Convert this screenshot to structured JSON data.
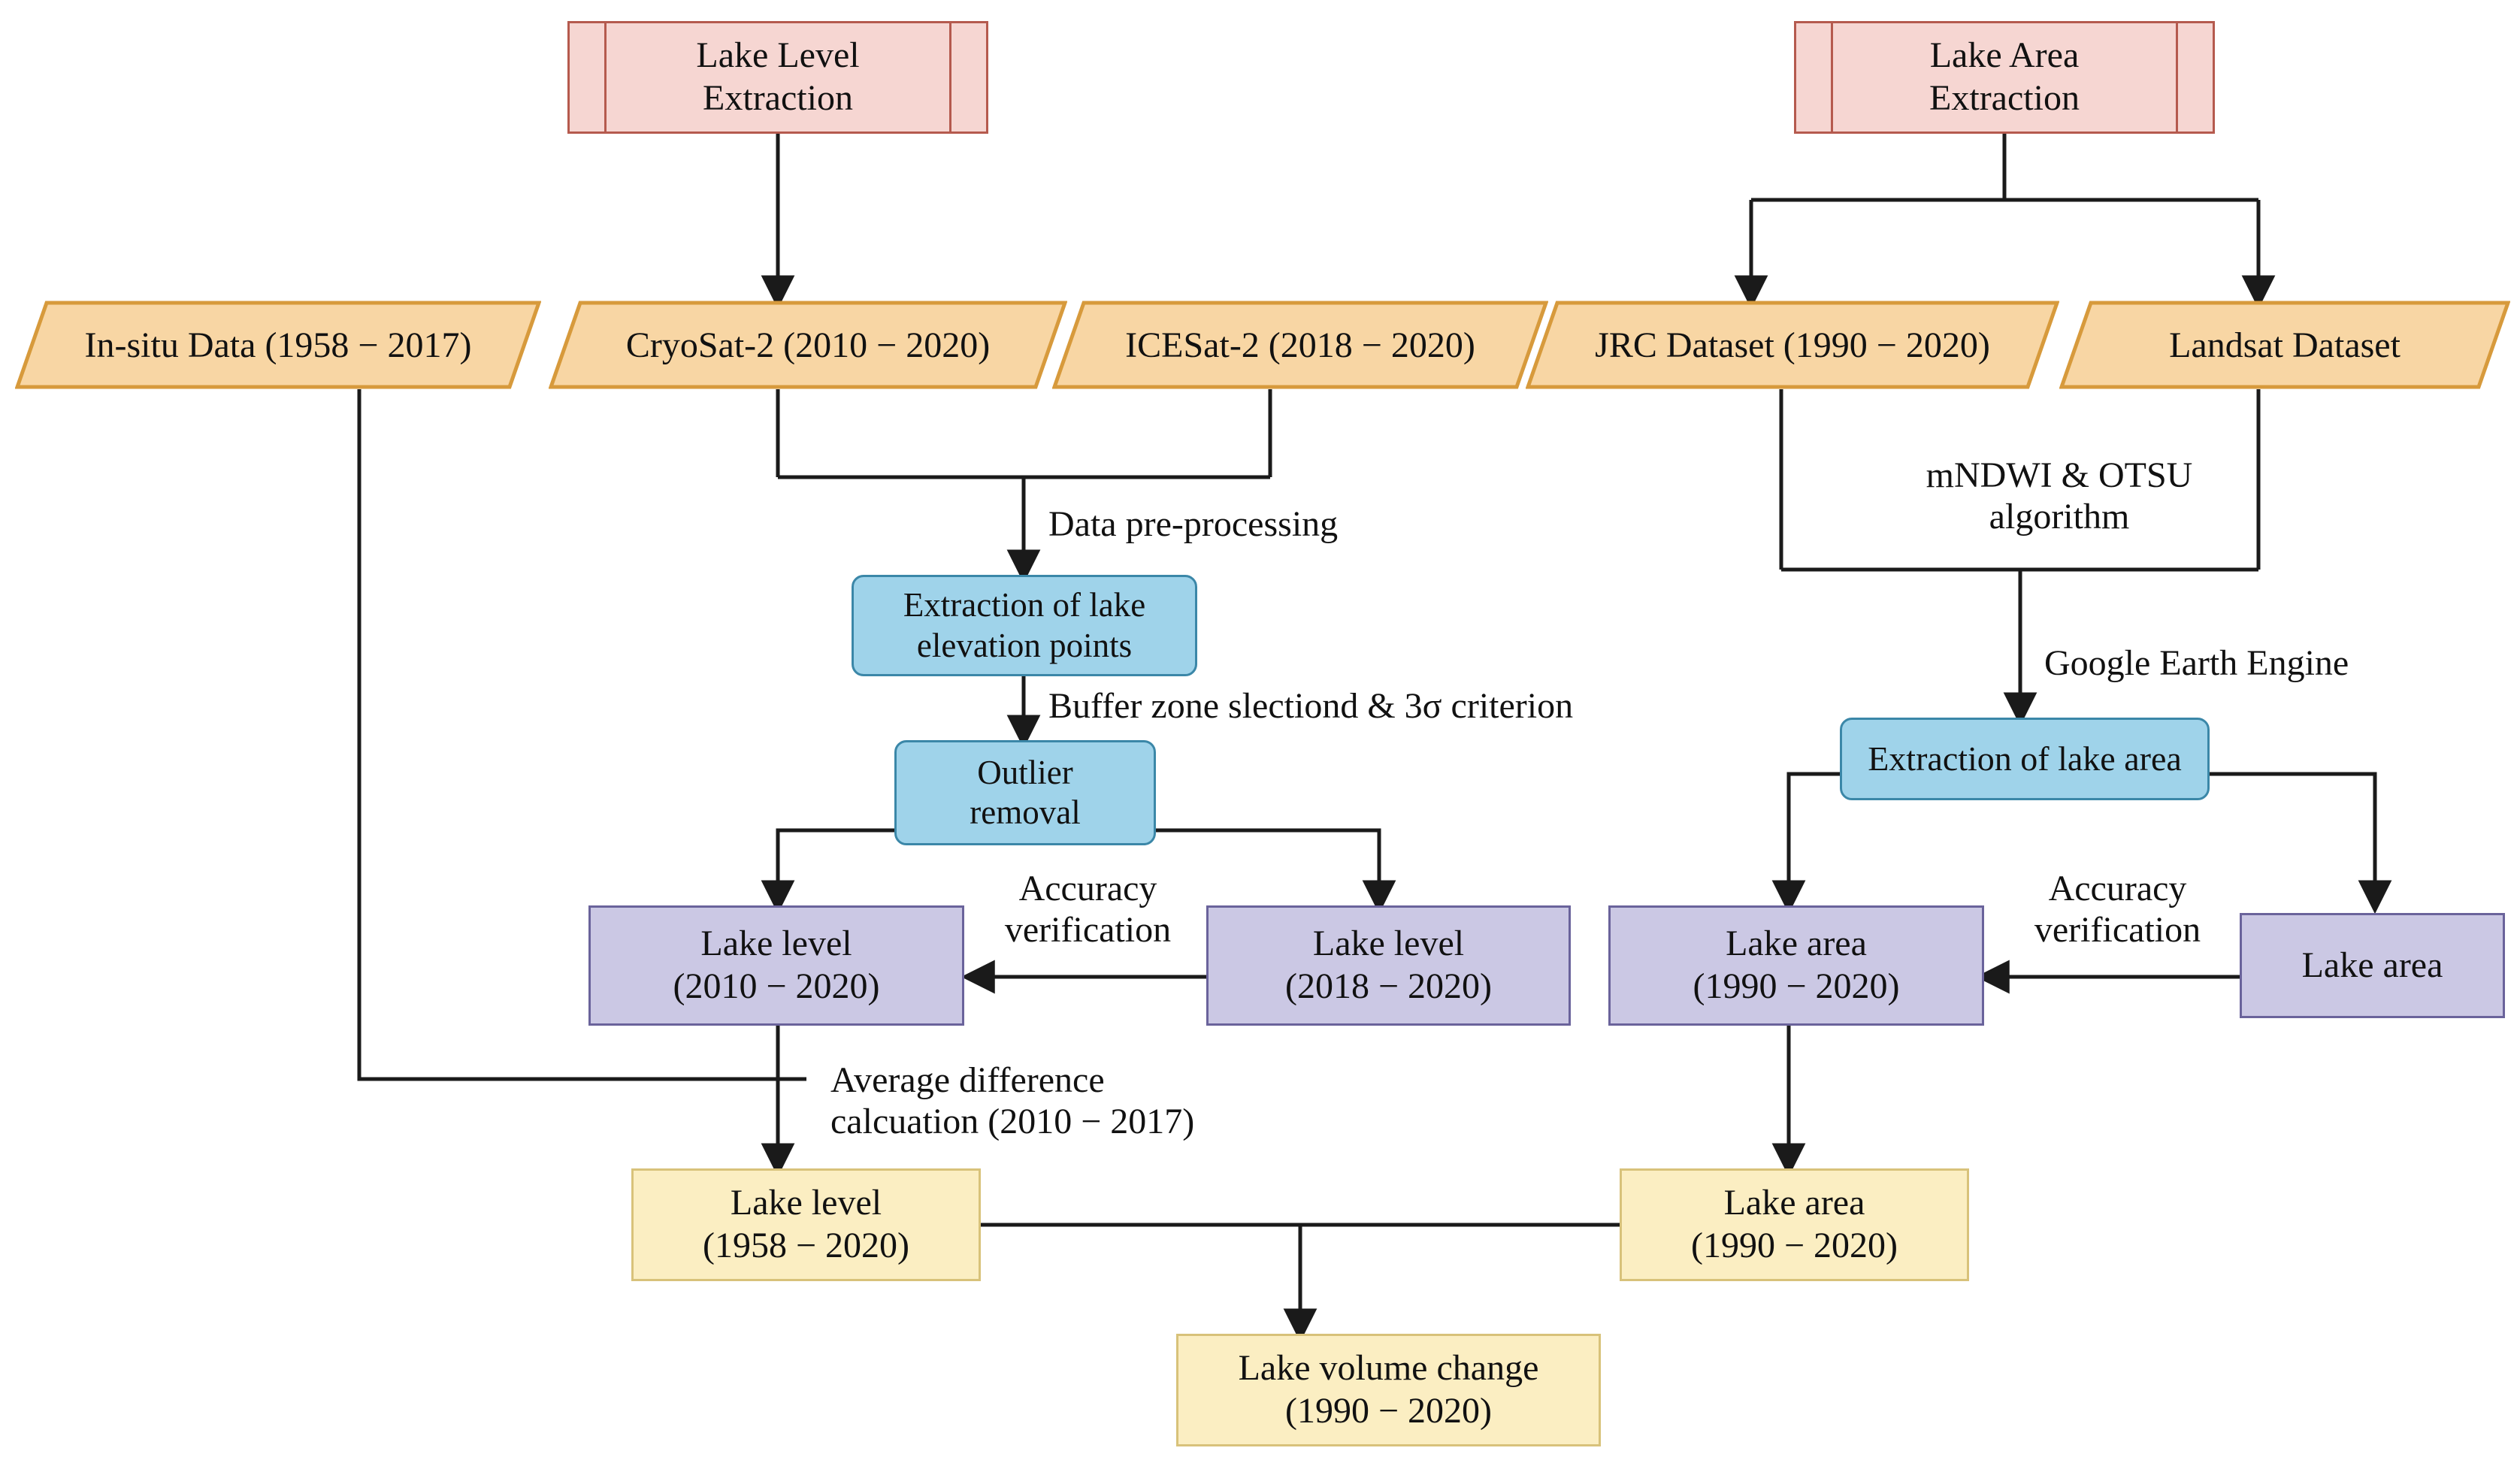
{
  "diagram": {
    "title": "Lake level and lake area extraction workflow",
    "colors": {
      "pink_fill": "#f6d6d2",
      "pink_stroke": "#b55a4e",
      "orange_fill": "#f8d6a4",
      "orange_stroke": "#d79a3c",
      "blue_fill": "#9fd3ea",
      "blue_stroke": "#3b87a8",
      "purple_fill": "#cbc8e4",
      "purple_stroke": "#6a639b",
      "yellow_fill": "#fbeec2",
      "yellow_stroke": "#d8c27a",
      "line": "#1a1a1a"
    }
  },
  "nodes": {
    "lake_level_extraction": "Lake Level\nExtraction",
    "lake_area_extraction": "Lake Area\nExtraction",
    "in_situ_data": "In-situ Data (1958 − 2017)",
    "cryosat2": "CryoSat-2 (2010 − 2020)",
    "icesat2": "ICESat-2 (2018 − 2020)",
    "jrc_dataset": "JRC Dataset (1990 − 2020)",
    "landsat_dataset": "Landsat Dataset",
    "extraction_elevation_points": "Extraction of lake\nelevation points",
    "outlier_removal": "Outlier\nremoval",
    "extraction_lake_area": "Extraction of lake area",
    "lake_level_2010_2020": "Lake level\n(2010 − 2020)",
    "lake_level_2018_2020": "Lake level\n(2018 − 2020)",
    "lake_area_1990_2020": "Lake area\n(1990 − 2020)",
    "lake_area_plain": "Lake area",
    "lake_level_1958_2020": "Lake level\n(1958 − 2020)",
    "lake_area_result_1990_2020": "Lake area\n(1990 − 2020)",
    "lake_volume_change": "Lake volume change\n(1990 − 2020)"
  },
  "edge_labels": {
    "data_preprocessing": "Data pre-processing",
    "buffer_zone": "Buffer zone slectiond & 3σ criterion",
    "mndwi_otsu": "mNDWI & OTSU\nalgorithm",
    "google_earth_engine": "Google Earth Engine",
    "accuracy_verification_left": "Accuracy\nverification",
    "accuracy_verification_right": "Accuracy\nverification",
    "average_difference": "Average difference\ncalcuation (2010 − 2017)"
  }
}
